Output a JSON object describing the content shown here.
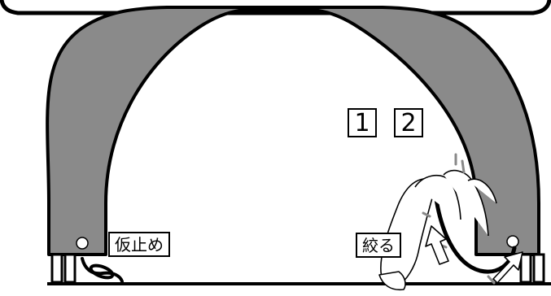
{
  "labels": {
    "temporary_fastening": "仮止め",
    "tighten": "絞る"
  },
  "steps": {
    "step1": "1",
    "step2": "2"
  },
  "colors": {
    "fabric": "#8a8a8a",
    "outline": "#000000",
    "background": "#ffffff"
  }
}
